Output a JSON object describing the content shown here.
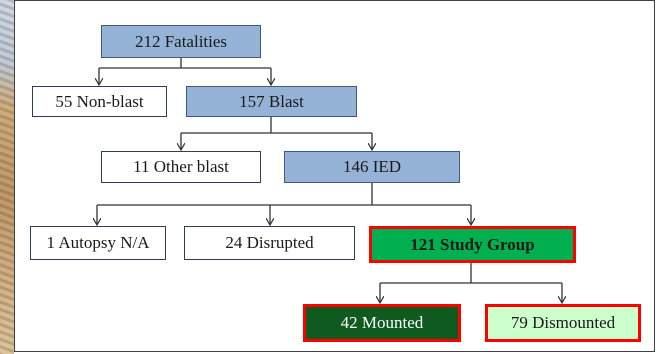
{
  "diagram": {
    "nodes": {
      "fatalities": "212 Fatalities",
      "non_blast": "55 Non-blast",
      "blast": "157 Blast",
      "other_blast": "11 Other blast",
      "ied": "146 IED",
      "autopsy_na": "1 Autopsy N/A",
      "disrupted": "24 Disrupted",
      "study_group": "121 Study Group",
      "mounted": "42 Mounted",
      "dismounted": "79 Dismounted"
    },
    "edges": [
      [
        "fatalities",
        "non_blast"
      ],
      [
        "fatalities",
        "blast"
      ],
      [
        "blast",
        "other_blast"
      ],
      [
        "blast",
        "ied"
      ],
      [
        "ied",
        "autopsy_na"
      ],
      [
        "ied",
        "disrupted"
      ],
      [
        "ied",
        "study_group"
      ],
      [
        "study_group",
        "mounted"
      ],
      [
        "study_group",
        "dismounted"
      ]
    ],
    "colors": {
      "blue_fill": "#95b3d7",
      "study_fill": "#00b050",
      "mounted_fill": "#0e5a1f",
      "dismounted_fill": "#ccffcc",
      "highlight_border": "#ff0000"
    }
  }
}
